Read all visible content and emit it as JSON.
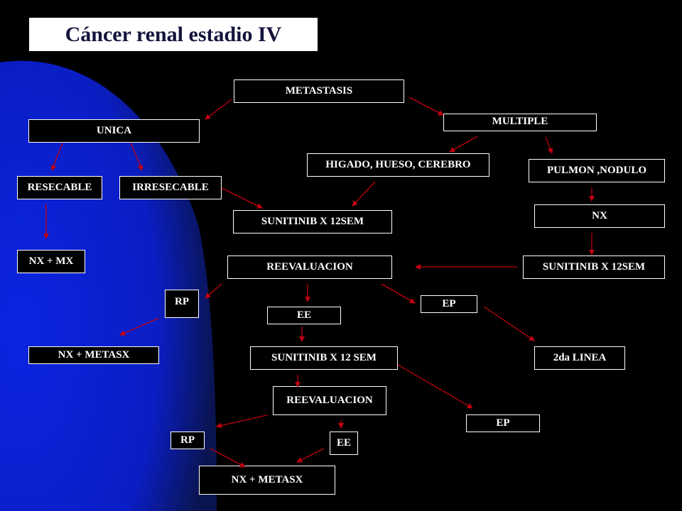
{
  "title": "Cáncer renal estadio IV",
  "colors": {
    "background": "#000000",
    "blue_panel": "#0b22d6",
    "box_border": "#ffffff",
    "arrow": "#c00010",
    "title_text": "#14143c"
  },
  "nodes": {
    "metastasis": "METASTASIS",
    "unica": "UNICA",
    "multiple": "MULTIPLE",
    "resecable": "RESECABLE",
    "irresecable": "IRRESECABLE",
    "higado": "HIGADO, HUESO, CEREBRO",
    "pulmon": "PULMON ,NODULO",
    "nx_mx": "NX + MX",
    "sunitinib_center": "SUNITINIB X 12SEM",
    "nx": "NX",
    "reevaluacion_1": "REEVALUACION",
    "sunitinib_right": "SUNITINIB X 12SEM",
    "rp_1": "RP",
    "ep_1": "EP",
    "ee_1": "EE",
    "nx_metasx_1": "NX + METASX",
    "sunitinib_12sem": "SUNITINIB X 12 SEM",
    "segunda_linea": "2da LINEA",
    "reevaluacion_2": "REEVALUACION",
    "ep_2": "EP",
    "rp_2": "RP",
    "ee_2": "EE",
    "nx_metasx_2": "NX + METASX"
  }
}
